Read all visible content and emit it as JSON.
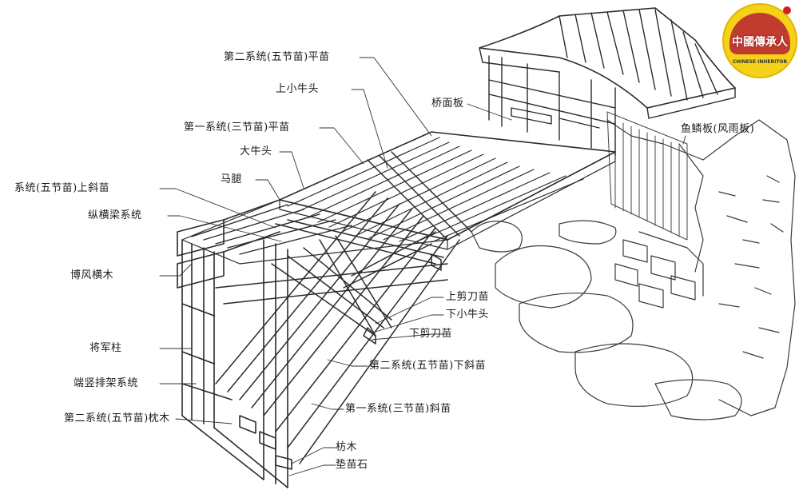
{
  "labels": [
    {
      "id": "erxi-wujie-pingmiao",
      "text": "第二系统(五节苗)平苗"
    },
    {
      "id": "shang-xiaoniutou",
      "text": "上小牛头"
    },
    {
      "id": "qiaomianban",
      "text": "桥面板"
    },
    {
      "id": "yixi-sanjie-pingmiao",
      "text": "第一系统(三节苗)平苗"
    },
    {
      "id": "yulinban",
      "text": "鱼鳞板(风雨板)"
    },
    {
      "id": "daniutou",
      "text": "大牛头"
    },
    {
      "id": "masui",
      "text": "马腿"
    },
    {
      "id": "xitong-wujie-shangxiemiao",
      "text": "系统(五节苗)上斜苗"
    },
    {
      "id": "zonghengliang",
      "text": "纵横梁系统"
    },
    {
      "id": "bofenghengmu",
      "text": "博风横木"
    },
    {
      "id": "shang-jiandaomiao",
      "text": "上剪刀苗"
    },
    {
      "id": "xia-xiaoniutou",
      "text": "下小牛头"
    },
    {
      "id": "xia-jiandaomiao",
      "text": "下剪刀苗"
    },
    {
      "id": "jiangjunzhu",
      "text": "将军柱"
    },
    {
      "id": "erxi-wujie-xiaxiemiao",
      "text": "第二系统(五节苗)下斜苗"
    },
    {
      "id": "duanshu-paijia",
      "text": "端竖排架系统"
    },
    {
      "id": "yixi-sanjie-xiemiao",
      "text": "第一系统(三节苗)斜苗"
    },
    {
      "id": "erxi-wujie-zhenmu",
      "text": "第二系统(五节苗)枕木"
    },
    {
      "id": "fangmu",
      "text": "枋木"
    },
    {
      "id": "dianmiaoshi",
      "text": "垫苗石"
    }
  ],
  "badge": {
    "title": "中國傳承人",
    "subtitle": "CHINESE INHERITOR",
    "ring_color": "#f4d21a",
    "accent": "#c13b2f"
  }
}
